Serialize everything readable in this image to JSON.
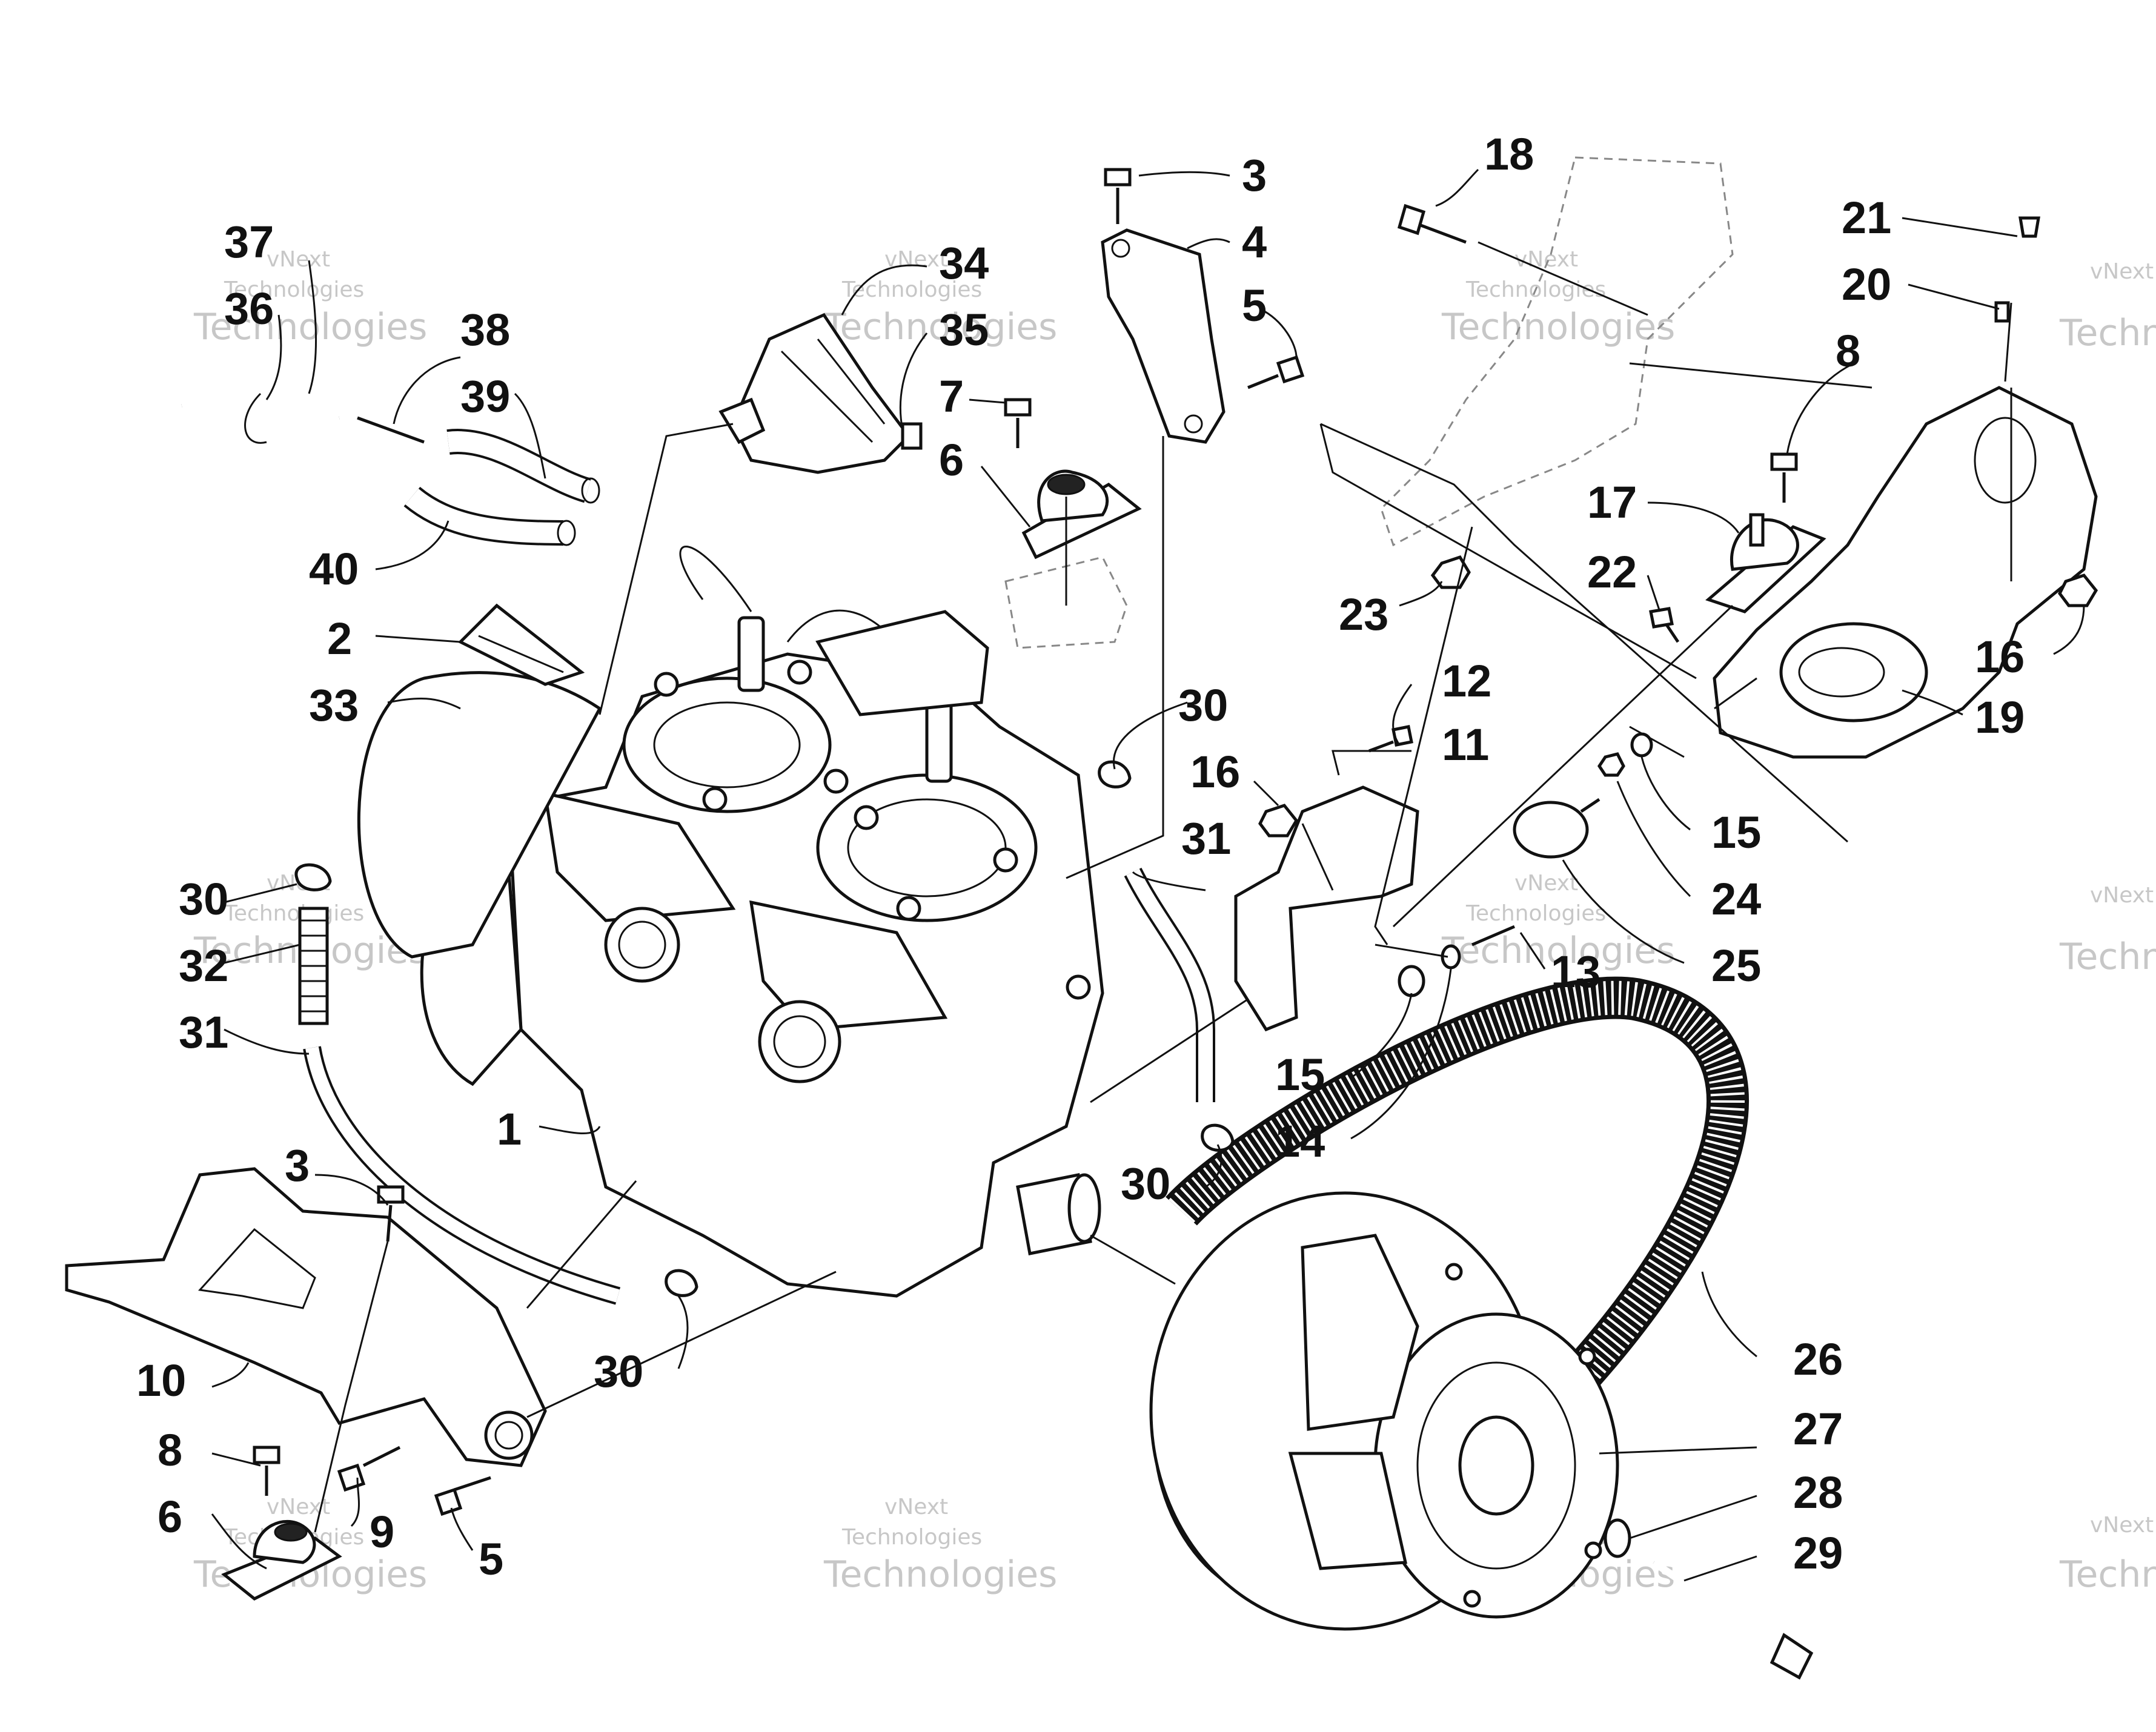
{
  "callouts": [
    {
      "id": "c1",
      "text": "1"
    },
    {
      "id": "c2",
      "text": "2"
    },
    {
      "id": "c3a",
      "text": "3"
    },
    {
      "id": "c3b",
      "text": "3"
    },
    {
      "id": "c4",
      "text": "4"
    },
    {
      "id": "c5a",
      "text": "5"
    },
    {
      "id": "c5b",
      "text": "5"
    },
    {
      "id": "c6a",
      "text": "6"
    },
    {
      "id": "c6b",
      "text": "6"
    },
    {
      "id": "c7",
      "text": "7"
    },
    {
      "id": "c8a",
      "text": "8"
    },
    {
      "id": "c8b",
      "text": "8"
    },
    {
      "id": "c9",
      "text": "9"
    },
    {
      "id": "c10",
      "text": "10"
    },
    {
      "id": "c11",
      "text": "11"
    },
    {
      "id": "c12",
      "text": "12"
    },
    {
      "id": "c13",
      "text": "13"
    },
    {
      "id": "c14",
      "text": "14"
    },
    {
      "id": "c15a",
      "text": "15"
    },
    {
      "id": "c15b",
      "text": "15"
    },
    {
      "id": "c16a",
      "text": "16"
    },
    {
      "id": "c16b",
      "text": "16"
    },
    {
      "id": "c17",
      "text": "17"
    },
    {
      "id": "c18",
      "text": "18"
    },
    {
      "id": "c19",
      "text": "19"
    },
    {
      "id": "c20",
      "text": "20"
    },
    {
      "id": "c21",
      "text": "21"
    },
    {
      "id": "c22",
      "text": "22"
    },
    {
      "id": "c23",
      "text": "23"
    },
    {
      "id": "c24",
      "text": "24"
    },
    {
      "id": "c25",
      "text": "25"
    },
    {
      "id": "c26",
      "text": "26"
    },
    {
      "id": "c27",
      "text": "27"
    },
    {
      "id": "c28",
      "text": "28"
    },
    {
      "id": "c29",
      "text": "29"
    },
    {
      "id": "c30a",
      "text": "30"
    },
    {
      "id": "c30b",
      "text": "30"
    },
    {
      "id": "c30c",
      "text": "30"
    },
    {
      "id": "c30d",
      "text": "30"
    },
    {
      "id": "c31a",
      "text": "31"
    },
    {
      "id": "c31b",
      "text": "31"
    },
    {
      "id": "c32",
      "text": "32"
    },
    {
      "id": "c33",
      "text": "33"
    },
    {
      "id": "c34",
      "text": "34"
    },
    {
      "id": "c35",
      "text": "35"
    },
    {
      "id": "c36",
      "text": "36"
    },
    {
      "id": "c37",
      "text": "37"
    },
    {
      "id": "c38",
      "text": "38"
    },
    {
      "id": "c39",
      "text": "39"
    },
    {
      "id": "c40",
      "text": "40"
    }
  ],
  "watermark": {
    "line1": "vNext",
    "line2": "Technologies"
  }
}
